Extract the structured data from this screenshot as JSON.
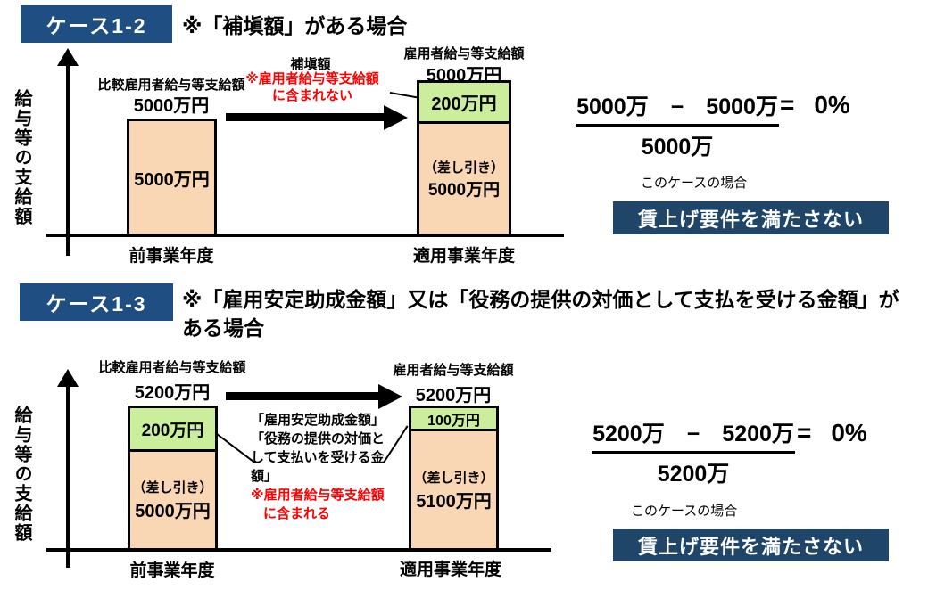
{
  "colors": {
    "header_blue": "#1f4e82",
    "verdict_blue": "#1f4569",
    "bar_peach": "#fad7b4",
    "bar_green": "#caee9c",
    "annotation_red": "#ff0000"
  },
  "case12": {
    "badge": "ケース1-2",
    "condition": "※「補塡額」がある場合",
    "y_axis_label": "給与等の支給額",
    "left_bar": {
      "title": "比較雇用者給与等支給額",
      "amount": "5000万円",
      "body": "5000万円",
      "x_label": "前事業年度"
    },
    "right_bar": {
      "title": "雇用者給与等支給額",
      "amount": "5000万円",
      "green": "200万円",
      "body_line1": "（差し引き）",
      "body_line2": "5000万円",
      "x_label": "適用事業年度"
    },
    "callout": {
      "title": "補塡額",
      "note_line1": "※雇用者給与等支給額",
      "note_line2": "に含まれない"
    },
    "formula": {
      "numerator": "5000万　−　5000万",
      "denominator": "5000万",
      "equals": "=",
      "result": "0%"
    },
    "case_note": "このケースの場合",
    "verdict": "賃上げ要件を満たさない"
  },
  "case13": {
    "badge": "ケース1-3",
    "condition_line1": "※「雇用安定助成金額」又は「役務の提供の対価として支払を受ける金額」が",
    "condition_line2": "ある場合",
    "y_axis_label": "給与等の支給額",
    "left_bar": {
      "title": "比較雇用者給与等支給額",
      "amount": "5200万円",
      "green": "200万円",
      "body_line1": "（差し引き）",
      "body_line2": "5000万円",
      "x_label": "前事業年度"
    },
    "right_bar": {
      "title": "雇用者給与等支給額",
      "amount": "5200万円",
      "green": "100万円",
      "body_line1": "（差し引き）",
      "body_line2": "5100万円",
      "x_label": "適用事業年度"
    },
    "callout": {
      "black_lines": [
        "「雇用安定助成金額」",
        "「役務の提供の対価と",
        "して支払いを受ける金",
        "額」"
      ],
      "red_lines": [
        "※雇用者給与等支給額",
        "に含まれる"
      ]
    },
    "formula": {
      "numerator": "5200万　−　5200万",
      "denominator": "5200万",
      "equals": "=",
      "result": "0%"
    },
    "case_note": "このケースの場合",
    "verdict": "賃上げ要件を満たさない"
  },
  "chart_data": [
    {
      "type": "bar",
      "title": "ケース1-2 ※「補塡額」がある場合",
      "categories": [
        "前事業年度",
        "適用事業年度"
      ],
      "series": [
        {
          "name": "給与等の支給額（差し引き）",
          "values": [
            5000,
            5000
          ],
          "unit": "万円"
        },
        {
          "name": "補塡額（雇用者給与等支給額に含まれない）",
          "values": [
            0,
            200
          ],
          "unit": "万円"
        }
      ],
      "totals_label": [
        "比較雇用者給与等支給額 5000万円",
        "雇用者給与等支給額 5000万円"
      ],
      "ylabel": "給与等の支給額",
      "formula": "(5000万 − 5000万) / 5000万 = 0%",
      "verdict": "賃上げ要件を満たさない"
    },
    {
      "type": "bar",
      "title": "ケース1-3 ※「雇用安定助成金額」又は「役務の提供の対価として支払を受ける金額」がある場合",
      "categories": [
        "前事業年度",
        "適用事業年度"
      ],
      "series": [
        {
          "name": "給与等の支給額（差し引き）",
          "values": [
            5000,
            5100
          ],
          "unit": "万円"
        },
        {
          "name": "雇用安定助成金額・役務の提供の対価として支払いを受ける金額（雇用者給与等支給額に含まれる）",
          "values": [
            200,
            100
          ],
          "unit": "万円"
        }
      ],
      "totals_label": [
        "比較雇用者給与等支給額 5200万円",
        "雇用者給与等支給額 5200万円"
      ],
      "ylabel": "給与等の支給額",
      "formula": "(5200万 − 5200万) / 5200万 = 0%",
      "verdict": "賃上げ要件を満たさない"
    }
  ]
}
